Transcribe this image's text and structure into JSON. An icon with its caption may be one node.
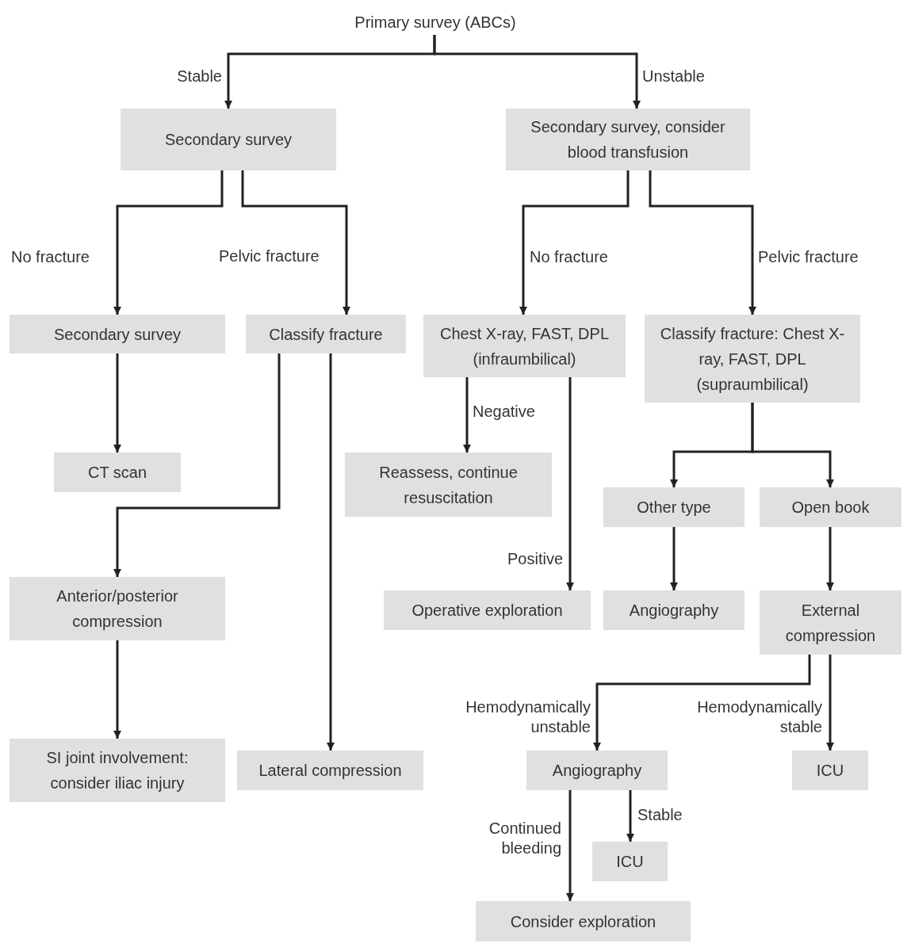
{
  "diagram": {
    "nodes": [
      {
        "text": [
          "Primary survey (ABCs)"
        ]
      },
      {
        "text": [
          "Secondary survey"
        ]
      },
      {
        "text": [
          "Secondary survey, consider blood transfusion"
        ]
      },
      {
        "text": [
          "Secondary survey"
        ]
      },
      {
        "text": [
          "Classify fracture"
        ]
      },
      {
        "text": [
          "Chest X-ray, FAST, DPL (infraumbilical)"
        ]
      },
      {
        "text": [
          "Classify fracture: Chest X-ray, FAST, DPL (supraumbilical)"
        ]
      },
      {
        "text": [
          "CT scan"
        ]
      },
      {
        "text": [
          "Reassess, continue resuscitation"
        ]
      },
      {
        "text": [
          "Other type"
        ]
      },
      {
        "text": [
          "Open book"
        ]
      },
      {
        "text": [
          "Anterior/posterior compression"
        ]
      },
      {
        "text": [
          "Operative exploration"
        ]
      },
      {
        "text": [
          "Angiography"
        ]
      },
      {
        "text": [
          "External compression"
        ]
      },
      {
        "text": [
          "SI joint involvement: consider iliac injury"
        ]
      },
      {
        "text": [
          "Lateral compression"
        ]
      },
      {
        "text": [
          "Angiography"
        ]
      },
      {
        "text": [
          "ICU"
        ]
      },
      {
        "text": [
          "ICU"
        ]
      },
      {
        "text": [
          "Consider exploration"
        ]
      }
    ],
    "edges": [
      {
        "from": 0,
        "to": 1,
        "arrow": "to",
        "label": "Stable"
      },
      {
        "from": 0,
        "to": 2,
        "arrow": "to",
        "label": "Unstable"
      },
      {
        "from": 1,
        "to": 3,
        "arrow": "to",
        "label": "No fracture"
      },
      {
        "from": 1,
        "to": 4,
        "arrow": "to",
        "label": "Pelvic fracture"
      },
      {
        "from": 2,
        "to": 5,
        "arrow": "to",
        "label": "No fracture"
      },
      {
        "from": 2,
        "to": 6,
        "arrow": "to",
        "label": "Pelvic fracture"
      },
      {
        "from": 3,
        "to": 7,
        "arrow": "to"
      },
      {
        "from": 4,
        "to": 11,
        "arrow": "to"
      },
      {
        "from": 4,
        "to": 16,
        "arrow": "to"
      },
      {
        "from": 5,
        "to": 8,
        "arrow": "to",
        "label": "Negative"
      },
      {
        "from": 5,
        "to": 12,
        "arrow": "to",
        "label": "Positive"
      },
      {
        "from": 6,
        "to": 9,
        "arrow": "to"
      },
      {
        "from": 6,
        "to": 10,
        "arrow": "to"
      },
      {
        "from": 9,
        "to": 13,
        "arrow": "to"
      },
      {
        "from": 10,
        "to": 14,
        "arrow": "to"
      },
      {
        "from": 11,
        "to": 15,
        "arrow": "to"
      },
      {
        "from": 14,
        "to": 17,
        "arrow": "to",
        "label": "Hemodynamically unstable"
      },
      {
        "from": 14,
        "to": 18,
        "arrow": "to",
        "label": "Hemodynamically stable"
      },
      {
        "from": 17,
        "to": 19,
        "arrow": "to",
        "label": "Stable"
      },
      {
        "from": 17,
        "to": 20,
        "arrow": "to",
        "label": "Continued bleeding"
      }
    ]
  }
}
